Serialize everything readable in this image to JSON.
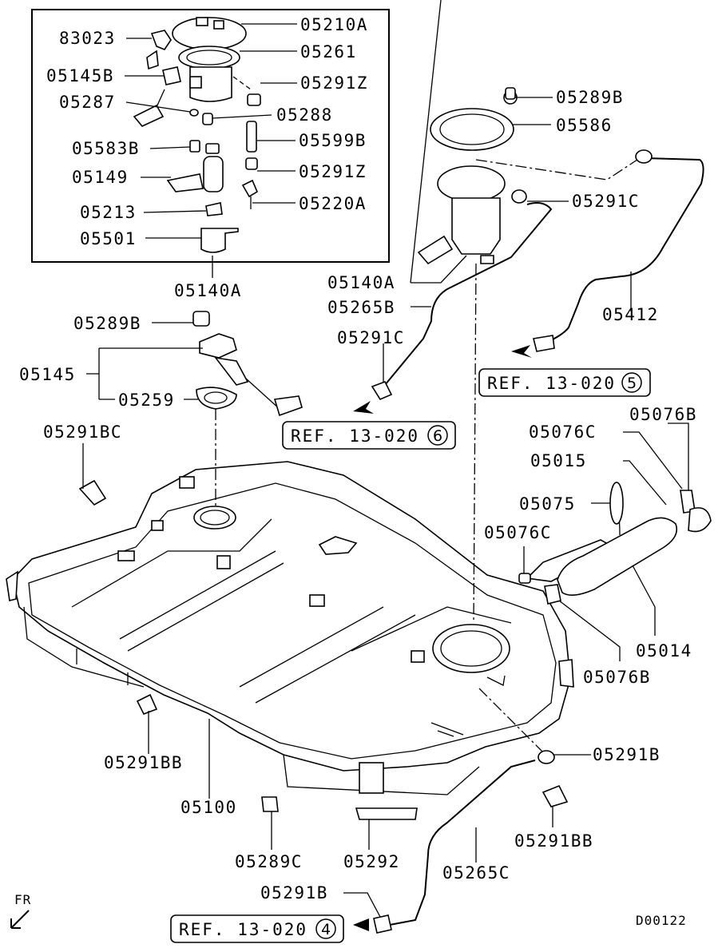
{
  "diagram_code": "D00122",
  "orientation": {
    "label": "FR"
  },
  "references": [
    {
      "id": "ref-5",
      "text": "REF. 13-020",
      "circle": "5"
    },
    {
      "id": "ref-6",
      "text": "REF. 13-020",
      "circle": "6"
    },
    {
      "id": "ref-4",
      "text": "REF. 13-020",
      "circle": "4"
    }
  ],
  "callouts": {
    "c83023": "83023",
    "c05210A": "05210A",
    "c05261": "05261",
    "c05145B": "05145B",
    "c05291Z_a": "05291Z",
    "c05287": "05287",
    "c05288": "05288",
    "c05583B": "05583B",
    "c05599B": "05599B",
    "c05149": "05149",
    "c05291Z_b": "05291Z",
    "c05213": "05213",
    "c05220A": "05220A",
    "c05501": "05501",
    "c05140A_box": "05140A",
    "c05289B_top": "05289B",
    "c05586": "05586",
    "c05291C_a": "05291C",
    "c05140A": "05140A",
    "c05265B": "05265B",
    "c05412": "05412",
    "c05291C_b": "05291C",
    "c05289B": "05289B",
    "c05145": "05145",
    "c05259": "05259",
    "c05291BC": "05291BC",
    "c05076B_a": "05076B",
    "c05076C_a": "05076C",
    "c05015": "05015",
    "c05075": "05075",
    "c05076C_b": "05076C",
    "c05014": "05014",
    "c05076B_b": "05076B",
    "c05291B_a": "05291B",
    "c05291BB_a": "05291BB",
    "c05100": "05100",
    "c05289C": "05289C",
    "c05292": "05292",
    "c05265C": "05265C",
    "c05291BB_b": "05291BB",
    "c05291B_b": "05291B"
  }
}
